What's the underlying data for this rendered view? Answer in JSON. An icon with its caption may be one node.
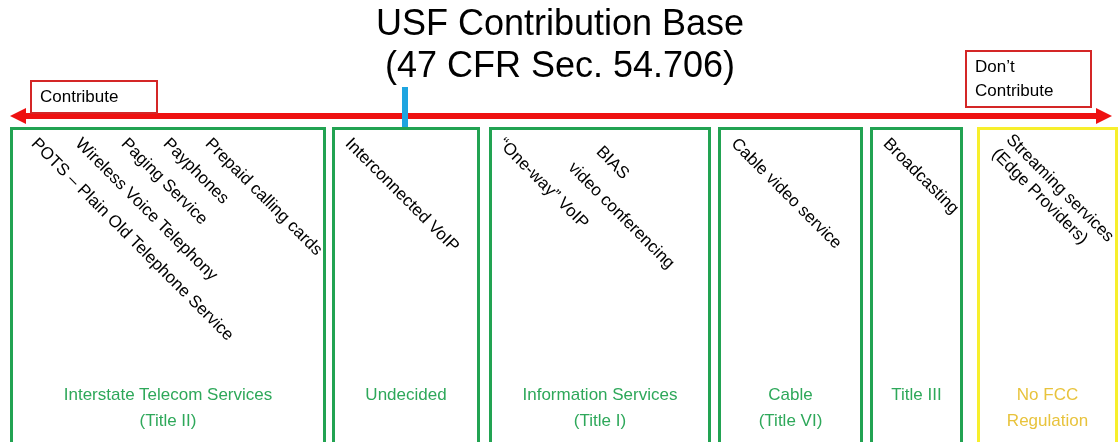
{
  "diagram": {
    "title": "USF Contribution Base (47 CFR Sec. 54.706)",
    "nodes": [
      {
        "text": [
          "Contribute"
        ]
      },
      {
        "text": [
          "Don’t Contribute"
        ]
      },
      {
        "text": [
          "POTS – Plain Old Telephone Service",
          "Wireless Voice Telephony",
          "Paging Service",
          "Payphones",
          "Prepaid calling cards",
          "Interstate Telecom Services (Title II)"
        ]
      },
      {
        "text": [
          "Interconnected VoIP",
          "Undecided"
        ]
      },
      {
        "text": [
          "“One-way” VoIP",
          "video conferencing",
          "BIAS",
          "Information Services (Title I)"
        ]
      },
      {
        "text": [
          "Cable video service",
          "Cable (Title VI)"
        ]
      },
      {
        "text": [
          "Broadcasting",
          "Title III"
        ]
      },
      {
        "text": [
          "Streaming services (Edge Providers)",
          "No FCC Regulation"
        ]
      }
    ]
  }
}
